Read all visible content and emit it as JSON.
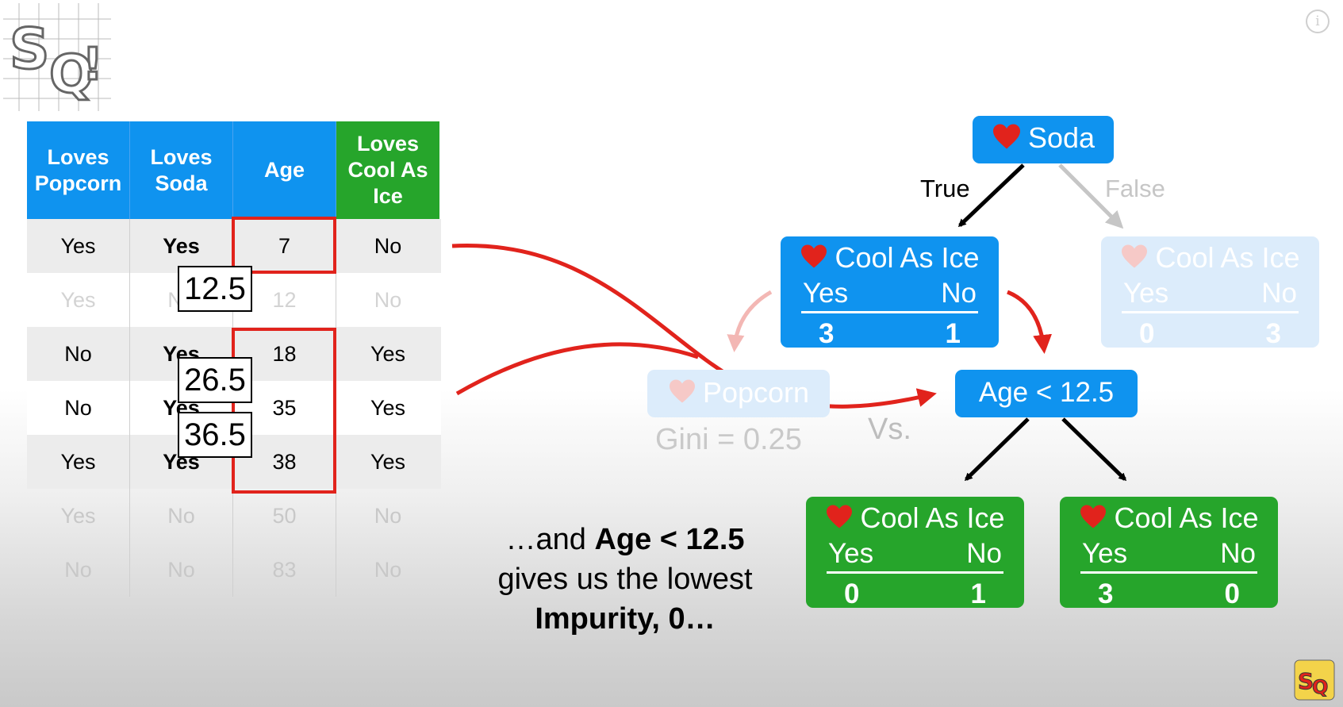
{
  "table": {
    "headers": [
      "Loves Popcorn",
      "Loves Soda",
      "Age",
      "Loves Cool As Ice"
    ],
    "rows": [
      [
        "Yes",
        "Yes",
        "7",
        "No"
      ],
      [
        "Yes",
        "No",
        "12",
        "No"
      ],
      [
        "No",
        "Yes",
        "18",
        "Yes"
      ],
      [
        "No",
        "Yes",
        "35",
        "Yes"
      ],
      [
        "Yes",
        "Yes",
        "38",
        "Yes"
      ],
      [
        "Yes",
        "No",
        "50",
        "No"
      ],
      [
        "No",
        "No",
        "83",
        "No"
      ]
    ],
    "thresholds": [
      "12.5",
      "26.5",
      "36.5"
    ]
  },
  "tree": {
    "root": "Soda",
    "true_label": "True",
    "false_label": "False",
    "left_node": {
      "title": "Cool As Ice",
      "yes": "Yes",
      "no": "No",
      "yes_count": "3",
      "no_count": "1"
    },
    "right_node": {
      "title": "Cool As Ice",
      "yes": "Yes",
      "no": "No",
      "yes_count": "0",
      "no_count": "3"
    },
    "popcorn": {
      "title": "Popcorn",
      "gini": "Gini = 0.25"
    },
    "vs": "Vs.",
    "age_node": "Age < 12.5",
    "age_left": {
      "title": "Cool As Ice",
      "yes": "Yes",
      "no": "No",
      "yes_count": "0",
      "no_count": "1"
    },
    "age_right": {
      "title": "Cool As Ice",
      "yes": "Yes",
      "no": "No",
      "yes_count": "3",
      "no_count": "0"
    }
  },
  "caption": {
    "line1_pre": "…and ",
    "line1_bold": "Age < 12.5",
    "line2": "gives us the lowest",
    "line3_bold": "Impurity",
    "line3_post": ", 0…"
  },
  "info_icon": "i",
  "colors": {
    "blue": "#0f93ef",
    "green": "#26a52b",
    "red": "#e1231c"
  }
}
